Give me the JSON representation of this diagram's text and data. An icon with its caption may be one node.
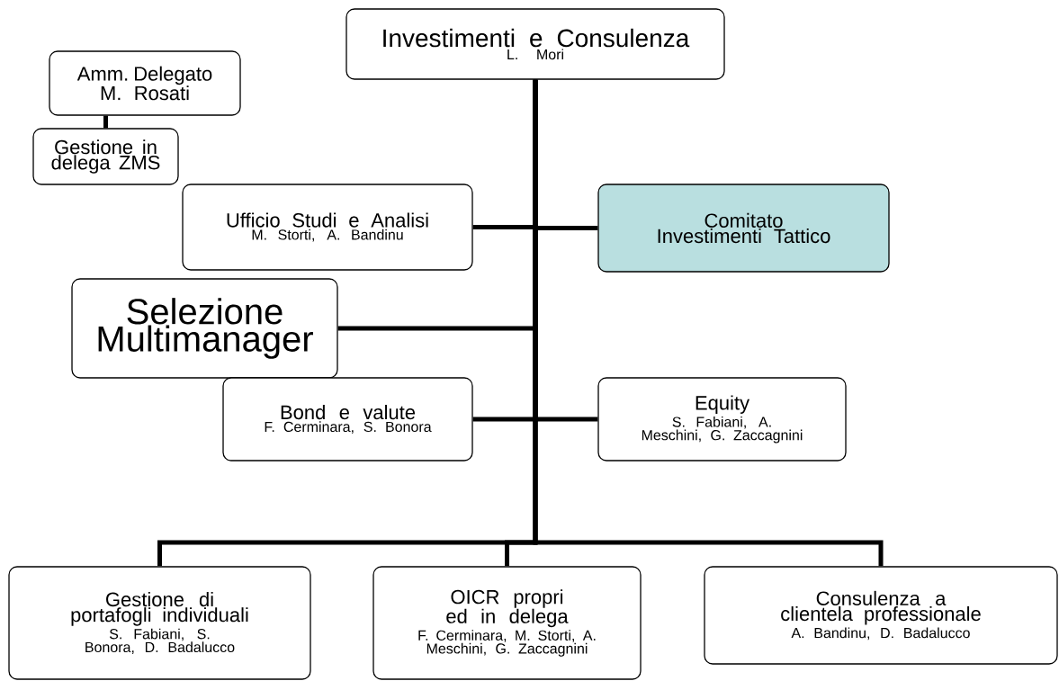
{
  "diagram": {
    "nodes": [
      {
        "text": [
          "Investimenti e Consulenza",
          "L. Mori"
        ]
      },
      {
        "text": [
          "Amm. Delegato M. Rosati"
        ]
      },
      {
        "text": [
          "Gestione in delega ZMS"
        ]
      },
      {
        "text": [
          "Ufficio Studi e Analisi",
          "M. Storti, A. Bandinu"
        ]
      },
      {
        "text": [
          "Comitato Investimenti Tattico"
        ]
      },
      {
        "text": [
          "Selezione Multimanager"
        ]
      },
      {
        "text": [
          "Bond e valute",
          "F. Cerminara, S. Bonora"
        ]
      },
      {
        "text": [
          "Equity",
          "S. Fabiani, A. Meschini, G. Zaccagnini"
        ]
      },
      {
        "text": [
          "Gestione di portafogli individuali",
          "S. Fabiani, S. Bonora, D. Badalucco"
        ]
      },
      {
        "text": [
          "OICR propri ed in delega",
          "F. Cerminara, M. Storti, A. Meschini, G. Zaccagnini"
        ]
      },
      {
        "text": [
          "Consulenza a clientela professionale",
          "A. Bandinu, D. Badalucco"
        ]
      }
    ],
    "edges": [
      {
        "from": 1,
        "to": 2,
        "arrow": "none"
      },
      {
        "from": 0,
        "to": 3,
        "arrow": "none"
      },
      {
        "from": 0,
        "to": 4,
        "arrow": "none"
      },
      {
        "from": 0,
        "to": 5,
        "arrow": "none"
      },
      {
        "from": 0,
        "to": 6,
        "arrow": "none"
      },
      {
        "from": 0,
        "to": 7,
        "arrow": "none"
      },
      {
        "from": 0,
        "to": 8,
        "arrow": "none"
      },
      {
        "from": 0,
        "to": 9,
        "arrow": "none"
      },
      {
        "from": 0,
        "to": 10,
        "arrow": "none"
      }
    ]
  }
}
